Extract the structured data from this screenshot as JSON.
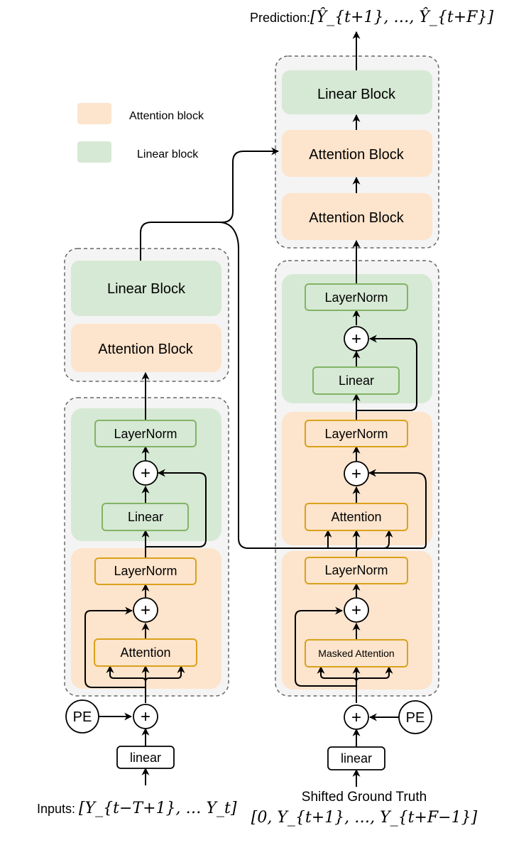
{
  "colors": {
    "attention_fill": "#fde4cc",
    "attention_border": "#d9a21b",
    "linear_fill": "#d6e9d4",
    "linear_border": "#82b366",
    "group_fill": "#f4f4f4",
    "group_border": "#666666"
  },
  "legend": {
    "attention": "Attention block",
    "linear": "Linear block"
  },
  "encoder": {
    "pe": "PE",
    "plus": "+",
    "linear_in": "linear",
    "input_prefix": "Inputs: ",
    "input_formula": "[Y_{t−T+1}, … Y_t]",
    "attention": "Attention",
    "layernorm_1": "LayerNorm",
    "linear": "Linear",
    "layernorm_2": "LayerNorm",
    "attention_block": "Attention Block",
    "linear_block": "Linear Block"
  },
  "decoder": {
    "pe": "PE",
    "plus": "+",
    "linear_in": "linear",
    "shifted_label": "Shifted Ground Truth",
    "shifted_formula": "[0, Y_{t+1}, …, Y_{t+F−1}]",
    "masked_attention": "Masked Attention",
    "layernorm_1": "LayerNorm",
    "attention": "Attention",
    "layernorm_2": "LayerNorm",
    "linear": "Linear",
    "layernorm_3": "LayerNorm",
    "attention_block_1": "Attention Block",
    "attention_block_2": "Attention Block",
    "linear_block": "Linear Block"
  },
  "prediction": {
    "prefix": "Prediction:",
    "formula": "[Ŷ_{t+1}, …, Ŷ_{t+F}]"
  }
}
